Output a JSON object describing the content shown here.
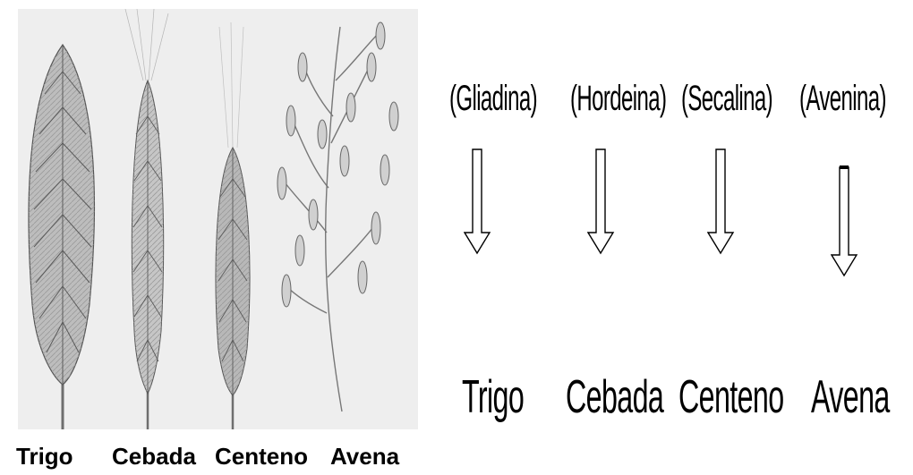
{
  "illustration": {
    "grains": [
      {
        "label": "Trigo"
      },
      {
        "label": "Cebada"
      },
      {
        "label": "Centeno"
      },
      {
        "label": "Avena"
      }
    ]
  },
  "mapping": {
    "proteins": [
      "(Gliadina)",
      "(Hordeina)",
      "(Secalina)",
      "(Avenina)"
    ],
    "grains": [
      "Trigo",
      "Cebada",
      "Centeno",
      "Avena"
    ]
  },
  "colors": {
    "background": "#ffffff",
    "illustration_bg": "#eeeeee",
    "stroke": "#000000"
  }
}
